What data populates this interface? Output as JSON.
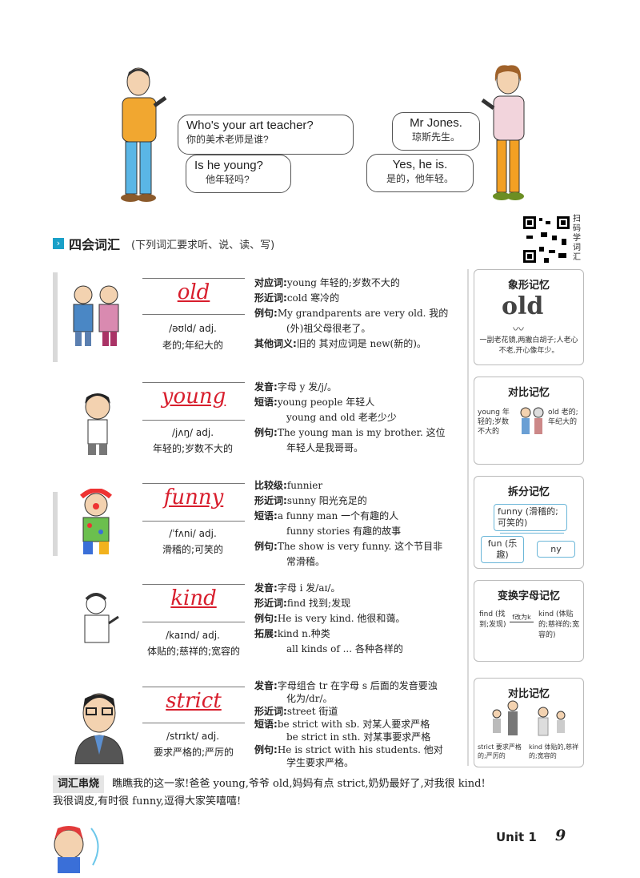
{
  "dialog": {
    "q1_en": "Who's your art teacher?",
    "q1_cn": "你的美术老师是谁?",
    "q2_en": "Is he young?",
    "q2_cn": "他年轻吗?",
    "a1_en": "Mr Jones.",
    "a1_cn": "琼斯先生。",
    "a2_en": "Yes, he is.",
    "a2_cn": "是的，他年轻。"
  },
  "qr": {
    "label1": "扫",
    "label2": "码",
    "label3": "学",
    "label4": "词",
    "label5": "汇"
  },
  "section": {
    "title": "四会词汇",
    "note": "(下列词汇要求听、说、读、写)"
  },
  "words": [
    {
      "word": "old",
      "phonetic": "/əʊld/  adj.",
      "meaning": "老的;年纪大的",
      "details": [
        {
          "label": "对应词:",
          "text": "young 年轻的;岁数不大的"
        },
        {
          "label": "形近词:",
          "text": "cold 寒冷的"
        },
        {
          "label": "例句:",
          "text": "My grandparents are very old. 我的"
        },
        {
          "label": "",
          "text": "(外)祖父母很老了。"
        },
        {
          "label": "其他词义:",
          "text": "旧的   其对应词是 new(新的)。"
        }
      ],
      "memo_title": "象形记忆",
      "memo_text": "一副老花镜,两撇白胡子;人老心不老,开心像年少。",
      "memo_word": "old"
    },
    {
      "word": "young",
      "phonetic": "/jʌŋ/  adj.",
      "meaning": "年轻的;岁数不大的",
      "details": [
        {
          "label": "发音:",
          "text": "字母 y 发/j/。"
        },
        {
          "label": "短语:",
          "text": "young people 年轻人"
        },
        {
          "label": "",
          "text": "young and old 老老少少"
        },
        {
          "label": "例句:",
          "text": "The young man is my brother. 这位"
        },
        {
          "label": "",
          "text": "年轻人是我哥哥。"
        }
      ],
      "memo_title": "对比记忆",
      "memo_left": "young 年轻的;岁数不大的",
      "memo_right": "old 老的;年纪大的"
    },
    {
      "word": "funny",
      "phonetic": "/ˈfʌni/  adj.",
      "meaning": "滑稽的;可笑的",
      "details": [
        {
          "label": "比较级:",
          "text": "funnier"
        },
        {
          "label": "形近词:",
          "text": "sunny 阳光充足的"
        },
        {
          "label": "短语:",
          "text": "a funny man 一个有趣的人"
        },
        {
          "label": "",
          "text": "funny stories 有趣的故事"
        },
        {
          "label": "例句:",
          "text": "The show is very funny. 这个节目非"
        },
        {
          "label": "",
          "text": "常滑稽。"
        }
      ],
      "memo_title": "拆分记忆",
      "memo_top": "funny (滑稽的;可笑的)",
      "memo_a": "fun (乐趣)",
      "memo_b": "ny"
    },
    {
      "word": "kind",
      "phonetic": "/kaɪnd/  adj.",
      "meaning": "体贴的;慈祥的;宽容的",
      "details": [
        {
          "label": "发音:",
          "text": "字母 i 发/aɪ/。"
        },
        {
          "label": "形近词:",
          "text": "find 找到;发现"
        },
        {
          "label": "例句:",
          "text": "He is very kind. 他很和蔼。"
        },
        {
          "label": "拓展:",
          "text": "kind n.种类"
        },
        {
          "label": "",
          "text": "all kinds of ... 各种各样的"
        }
      ],
      "memo_title": "变换字母记忆",
      "memo_left": "find (找到;发现)",
      "memo_arrow": "f改为k",
      "memo_right": "kind (体贴的;慈祥的;宽容的)"
    },
    {
      "word": "strict",
      "phonetic": "/strɪkt/  adj.",
      "meaning": "要求严格的;严厉的",
      "details": [
        {
          "label": "发音:",
          "text": "字母组合 tr 在字母 s 后面的发音要浊"
        },
        {
          "label": "",
          "text": "化为/dr/。"
        },
        {
          "label": "形近词:",
          "text": "street 街道"
        },
        {
          "label": "短语:",
          "text": "be strict with sb. 对某人要求严格"
        },
        {
          "label": "",
          "text": "be strict in sth. 对某事要求严格"
        },
        {
          "label": "例句:",
          "text": "He is strict with his students. 他对"
        },
        {
          "label": "",
          "text": "学生要求严格。"
        }
      ],
      "memo_title": "对比记忆",
      "memo_left": "strict 要求严格的;严厉的",
      "memo_right": "kind 体贴的,慈祥的;宽容的"
    }
  ],
  "chain": {
    "label": "词汇串烧",
    "line1": "瞧瞧我的这一家!爸爸 young,爷爷 old,妈妈有点 strict,奶奶最好了,对我很 kind!",
    "line2": "我很调皮,有时很 funny,逗得大家笑嘻嘻!"
  },
  "footer": {
    "unit": "Unit 1",
    "page": "9"
  }
}
